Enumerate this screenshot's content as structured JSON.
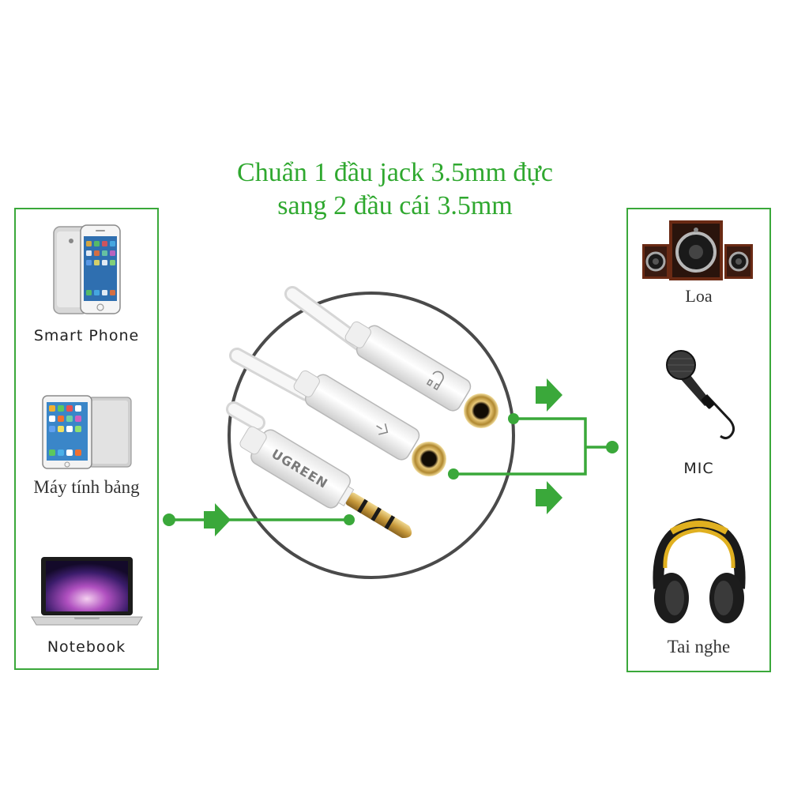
{
  "title": {
    "line1": "Chuẩn 1 đầu jack 3.5mm đực",
    "line2": "sang 2 đầu cái 3.5mm"
  },
  "sources": [
    {
      "label": "Smart Phone",
      "icon": "smartphone-icon"
    },
    {
      "label": "Máy tính bảng",
      "icon": "tablet-icon"
    },
    {
      "label": "Notebook",
      "icon": "laptop-icon"
    }
  ],
  "outputs": [
    {
      "label": "Loa",
      "icon": "speaker-icon"
    },
    {
      "label": "MIC",
      "icon": "microphone-icon"
    },
    {
      "label": "Tai nghe",
      "icon": "headphones-icon"
    }
  ],
  "product": {
    "brand": "UGREEN"
  },
  "colors": {
    "accent": "#3aa83a",
    "title": "#2fa82f",
    "gold": "#c9a14a",
    "cable": "#f2f2f2"
  }
}
